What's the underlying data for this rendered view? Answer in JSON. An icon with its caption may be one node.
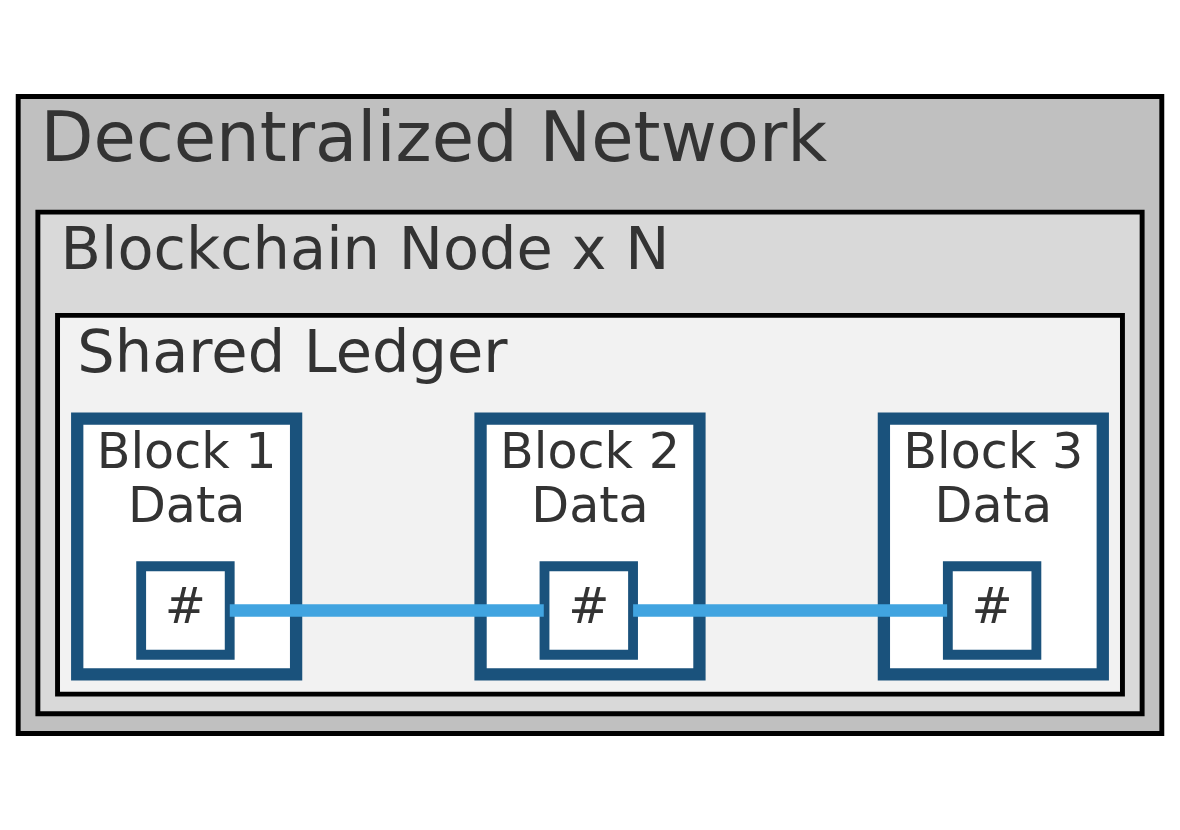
{
  "diagram": {
    "nodes": [
      {
        "text": [
          "Decentralized Network"
        ]
      },
      {
        "text": [
          "Blockchain Node x N"
        ],
        "in": 0
      },
      {
        "text": [
          "Shared Ledger"
        ],
        "in": 1
      },
      {
        "text": [
          "Block 1",
          "Data"
        ],
        "in": 2
      },
      {
        "text": [
          "#"
        ],
        "in": 3
      },
      {
        "text": [
          "Block 2",
          "Data"
        ],
        "in": 2
      },
      {
        "text": [
          "#"
        ],
        "in": 5
      },
      {
        "text": [
          "Block 3",
          "Data"
        ],
        "in": 2
      },
      {
        "text": [
          "#"
        ],
        "in": 7
      }
    ],
    "edges": [
      {
        "from": 4,
        "to": 6,
        "arrow": "none"
      },
      {
        "from": 6,
        "to": 8,
        "arrow": "none"
      }
    ]
  }
}
